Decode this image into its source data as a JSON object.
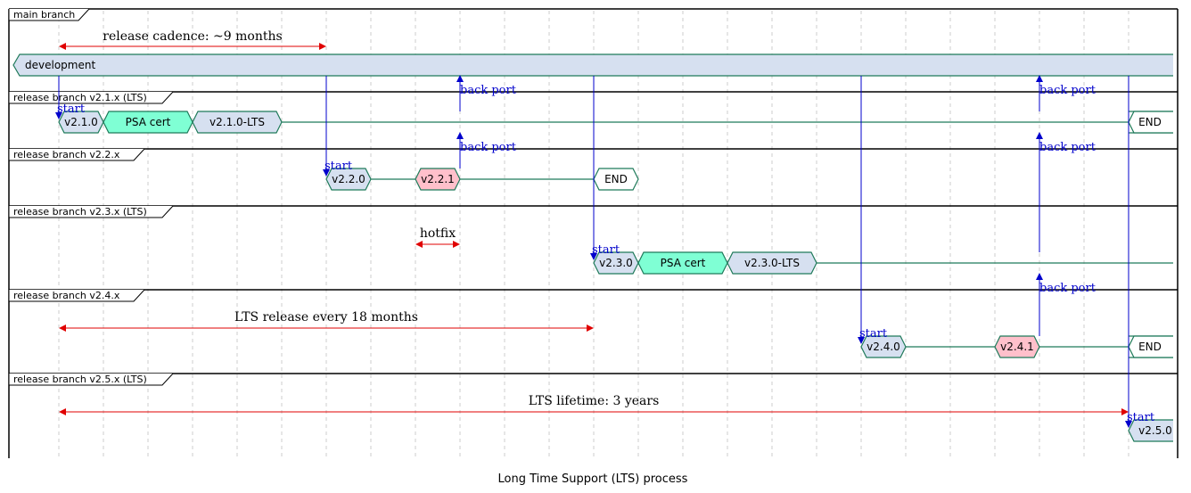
{
  "caption": "Long Time Support (LTS) process",
  "lanes": {
    "main": "main branch",
    "v21": "release branch v2.1.x (LTS)",
    "v22": "release branch v2.2.x",
    "v23": "release branch v2.3.x (LTS)",
    "v24": "release branch v2.4.x",
    "v25": "release branch v2.5.x (LTS)"
  },
  "states": {
    "development": "development",
    "v210": "v2.1.0",
    "psa1": "PSA cert",
    "v210lts": "v2.1.0-LTS",
    "end21": "END",
    "v220": "v2.2.0",
    "v221": "v2.2.1",
    "end22": "END",
    "v230": "v2.3.0",
    "psa2": "PSA cert",
    "v230lts": "v2.3.0-LTS",
    "v240": "v2.4.0",
    "v241": "v2.4.1",
    "end24": "END",
    "v250": "v2.5.0"
  },
  "messages": {
    "start": "start",
    "back_port": "back port"
  },
  "notes": {
    "cadence": "release cadence: ~9 months",
    "hotfix": "hotfix",
    "lts_every": "LTS release every 18 months",
    "lifetime": "LTS lifetime: 3 years"
  },
  "colors": {
    "state_fill": "#d6e0f0",
    "psa_fill": "#7fffd4",
    "hotfix_fill": "#ffc0cb",
    "state_stroke": "#1f7a5a",
    "message": "#0000cc",
    "note_arrow": "#e00000"
  }
}
